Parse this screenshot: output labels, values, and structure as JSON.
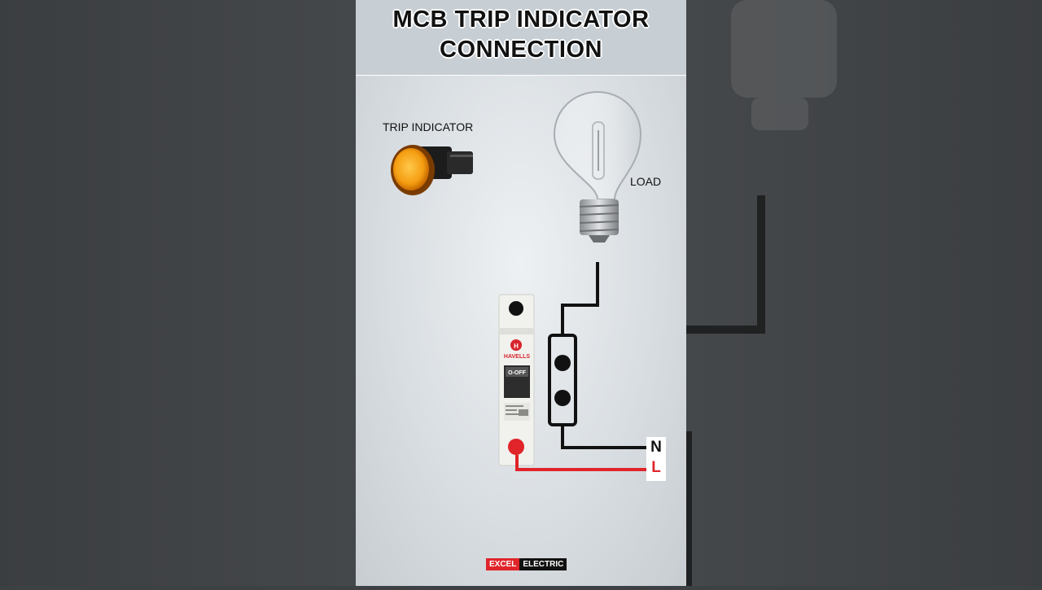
{
  "title_line1": "MCB TRIP INDICATOR",
  "title_line2": "CONNECTION",
  "trip_indicator_label": "TRIP INDICATOR",
  "load_label": "LOAD",
  "mcb_brand": "HAVELLS",
  "mcb_switch_text": "O-OFF",
  "terminal_n": "N",
  "terminal_l": "L",
  "brand_part1": "EXCEL",
  "brand_part2": "ELECTRIC",
  "colors": {
    "live_wire": "#e0242a",
    "neutral_wire": "#111111",
    "indicator": "#f5a21a"
  },
  "icons": [
    "trip-indicator-lamp-icon",
    "light-bulb-icon",
    "mcb-breaker-icon"
  ]
}
